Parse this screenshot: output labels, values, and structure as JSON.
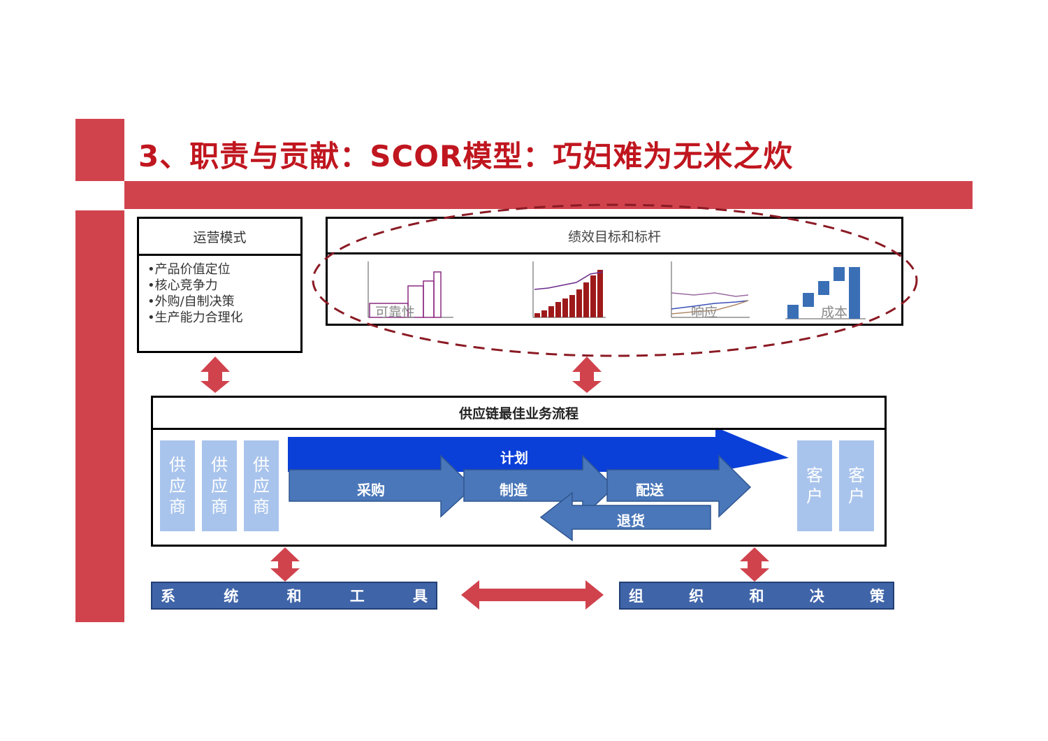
{
  "title": "3、职责与贡献：SCOR模型：巧妇难为无米之炊",
  "operations": {
    "title": "运营模式",
    "items": [
      "•产品价值定位",
      "•核心竞争力",
      "•外购/自制决策",
      "•生产能力合理化"
    ]
  },
  "performance": {
    "title": "绩效目标和标杆",
    "charts": [
      {
        "label": "可靠性"
      },
      {
        "label": ""
      },
      {
        "label": "响应"
      },
      {
        "label": "成本"
      }
    ]
  },
  "process": {
    "title": "供应链最佳业务流程",
    "suppliers": [
      "供\n应\n商",
      "供\n应\n商",
      "供\n应\n商"
    ],
    "customers": [
      "客\n户",
      "客\n户"
    ],
    "plan": "计划",
    "source": "采购",
    "make": "制造",
    "deliver": "配送",
    "return": "退货"
  },
  "bottom": {
    "systems": [
      "系",
      "统",
      "和",
      "工",
      "具"
    ],
    "organization": [
      "组",
      "织",
      "和",
      "决",
      "策"
    ]
  },
  "colors": {
    "brand_red": "#d0434d",
    "title_red": "#c0161f",
    "plan_blue": "#0a3fd8",
    "flow_blue": "#4a77b9",
    "party_blue": "#a9c4ec",
    "bar_blue": "#3f64a8",
    "ellipse": "#8b1a24"
  }
}
